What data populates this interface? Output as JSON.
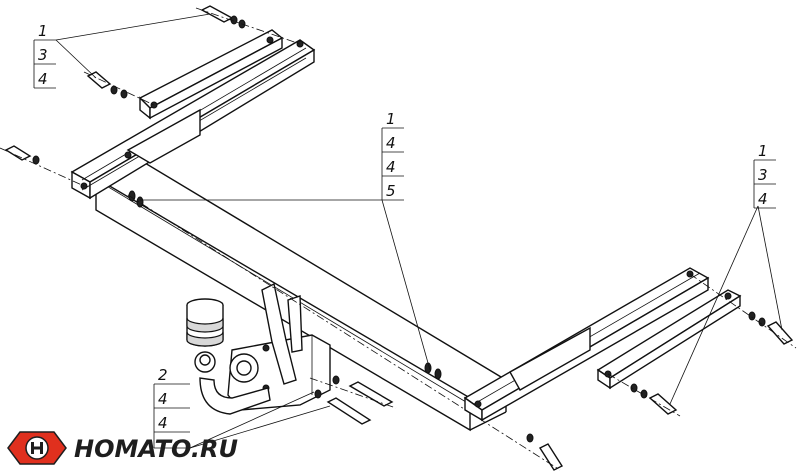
{
  "callouts": {
    "top_left": [
      "1",
      "3",
      "4"
    ],
    "center": [
      "1",
      "4",
      "4",
      "5"
    ],
    "right": [
      "1",
      "3",
      "4"
    ],
    "bottom_left": [
      "2",
      "4",
      "4"
    ]
  },
  "logo": {
    "text": "HOMATO.RU",
    "accent_color": "#e0301e",
    "text_color": "#1e1e1e"
  },
  "colors": {
    "line": "#111111",
    "background": "#ffffff"
  }
}
